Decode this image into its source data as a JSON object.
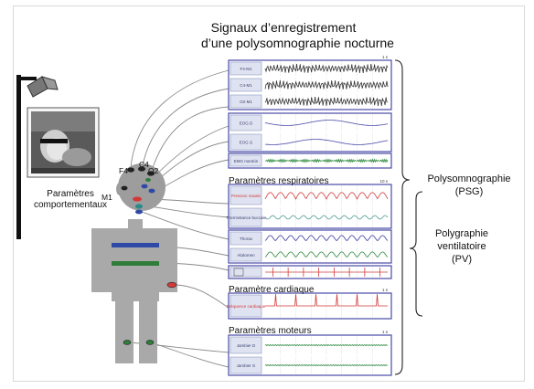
{
  "title": {
    "line1": "Signaux d’enregistrement",
    "line2": "d’une polysomnographie nocturne"
  },
  "behavioral_label": {
    "line1": "Paramètres",
    "line2": "comportementaux"
  },
  "electrodes": {
    "f4": "F4",
    "c4": "C4",
    "o2": "O2",
    "m1": "M1"
  },
  "sections": {
    "respiratory": "Paramètres respiratoires",
    "cardiac": "Paramètre cardiaque",
    "motor": "Paramètres moteurs"
  },
  "groups": {
    "psg": {
      "line1": "Polysomnographie",
      "line2": "(PSG)"
    },
    "pv": {
      "line1": "Polygraphie",
      "line2": "ventilatoire",
      "line3": "(PV)"
    }
  },
  "channels": {
    "eeg": [
      "F4-M1",
      "C4-M1",
      "O2-M1"
    ],
    "eog": [
      "EOG D",
      "EOG G"
    ],
    "emg": [
      "EMG mentón"
    ],
    "resp": [
      "Pression nasale",
      "Thermistance buccale",
      "Thorax",
      "Abdomen",
      ""
    ],
    "card": [
      "Fréquence cardiaque"
    ],
    "motor": [
      "Jambier D",
      "Jambier G"
    ]
  },
  "scales": {
    "eeg": "1 s",
    "resp": "10 s",
    "card": "1 s",
    "motor": "1 s"
  },
  "colors": {
    "eeg": "#333333",
    "eog": "#4a4aa8",
    "emg": "#2e8a3e",
    "resp_nasal": "#d23a3a",
    "resp_therm": "#4a9a8a",
    "thorax": "#3a3aa0",
    "abdomen": "#2e8a3e",
    "spo2": "#d23a3a",
    "heart": "#d23a3a",
    "motor": "#2e8a3e",
    "panel_border": "#4a4aa8",
    "label_bg": "#dfe3f1",
    "body": "#a9a9a9",
    "body_band_blue": "#2f49a8",
    "body_band_green": "#2e7d3a"
  }
}
